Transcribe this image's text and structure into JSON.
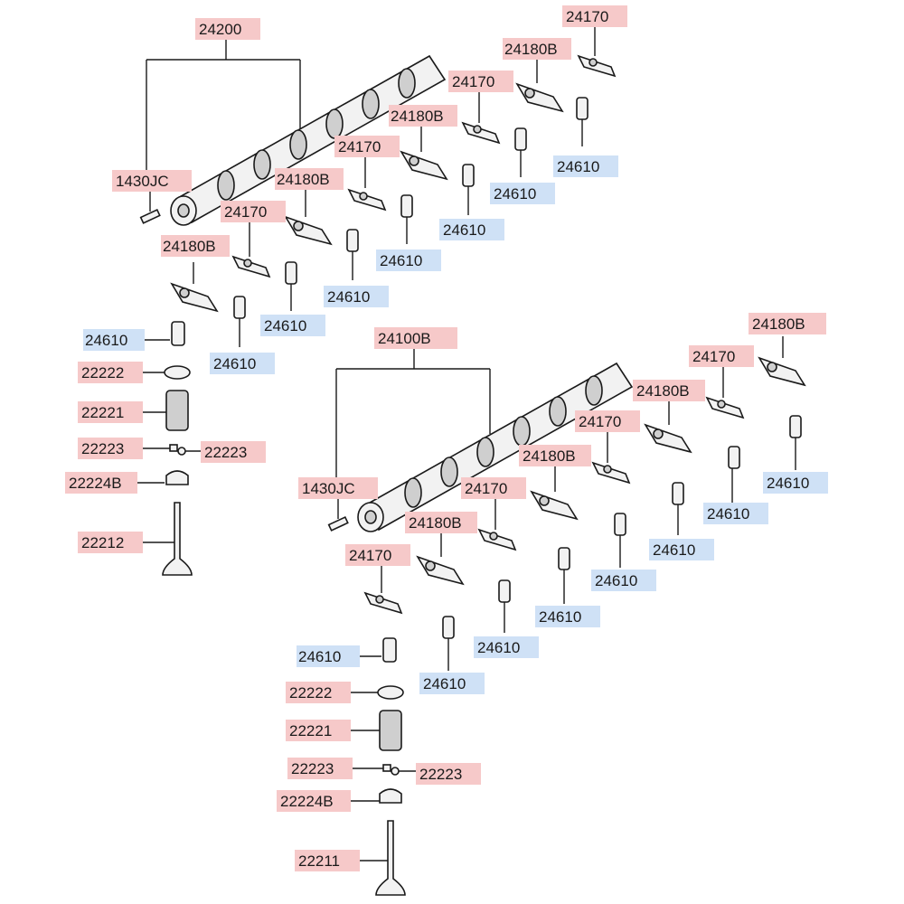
{
  "labels": {
    "camshaft_top": "24200",
    "camshaft_bottom": "24100B",
    "pin": "1430JC",
    "rocker_arm": "24170",
    "rocker_arm_b": "24180B",
    "lash_adjuster": "24610",
    "retainer": "22222",
    "spring": "22221",
    "cotter": "22223",
    "seal": "22224B",
    "valve_exhaust": "22212",
    "valve_intake": "22211"
  },
  "colors": {
    "red_label_bg": "#f6c9c9",
    "blue_label_bg": "#cfe1f6",
    "line": "#1a1a1a"
  }
}
